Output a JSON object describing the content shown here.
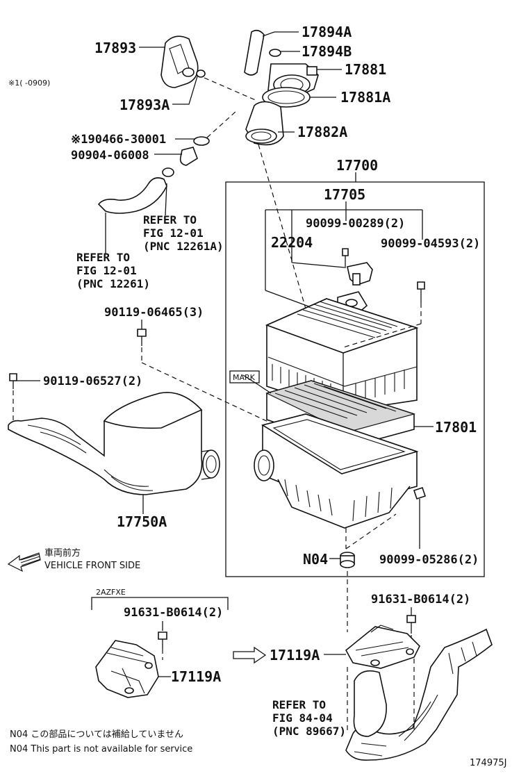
{
  "labels": {
    "p17893": "17893",
    "p17893a": "17893A",
    "p17894a": "17894A",
    "p17894b": "17894B",
    "p17881": "17881",
    "p17881a": "17881A",
    "p17882a": "17882A",
    "note_range": "※1(      -0909)",
    "p190466": "※190466-30001",
    "p90904": "90904-06008",
    "p17700": "17700",
    "p17705": "17705",
    "p90099_289": "90099-00289(2)",
    "p22204": "22204",
    "p90099_4593": "90099-04593(2)",
    "p90119_6465": "90119-06465(3)",
    "p90119_6527": "90119-06527(2)",
    "mark": "MARK",
    "p17801": "17801",
    "p17750a": "17750A",
    "pN04": "N04",
    "p90099_5286": "90099-05286(2)",
    "p2azfxe": "2AZFXE",
    "p91631_left": "91631-B0614(2)",
    "p91631_right": "91631-B0614(2)",
    "p17119a_left": "17119A",
    "p17119a_right": "17119A",
    "diagram_id": "174975J"
  },
  "refs": {
    "ref1": [
      "REFER TO",
      "FIG 12-01",
      "(PNC 12261A)"
    ],
    "ref2": [
      "REFER TO",
      "FIG 12-01",
      "(PNC 12261)"
    ],
    "ref3": [
      "REFER TO",
      "FIG 84-04",
      "(PNC 89667)"
    ]
  },
  "direction": {
    "jp": "車両前方",
    "en": "VEHICLE FRONT SIDE"
  },
  "footnote": {
    "jp": "N04 この部品については補給していません",
    "en": "N04 This part is not available for service"
  }
}
